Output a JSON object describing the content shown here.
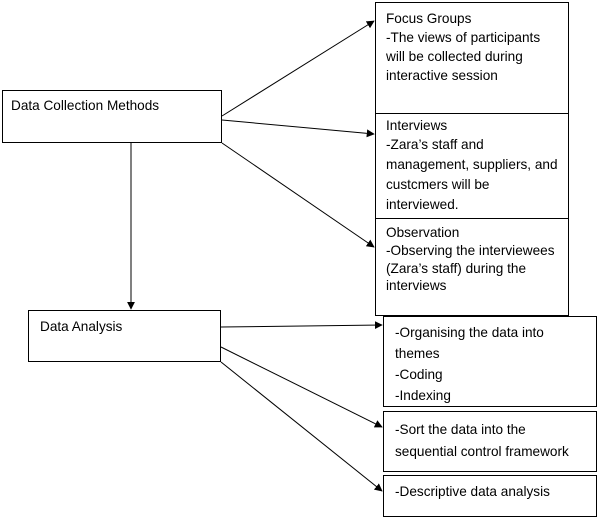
{
  "diagram": {
    "data_collection": {
      "title": "Data Collection Methods",
      "methods": [
        {
          "title": "Focus Groups",
          "detail": "-The views of participants will be collected during interactive session"
        },
        {
          "title": "Interviews",
          "detail": "-Zara’s staff and management, suppliers, and custcmers will be interviewed."
        },
        {
          "title": "Observation",
          "detail": "-Observing the interviewees (Zara’s staff) during the interviews"
        }
      ]
    },
    "data_analysis": {
      "title": "Data Analysis",
      "steps": [
        {
          "lines": [
            "-Organising the data into themes",
            "-Coding",
            "-Indexing"
          ]
        },
        {
          "lines": [
            "-Sort the data into the sequential control framework"
          ]
        },
        {
          "lines": [
            "-Descriptive data analysis"
          ]
        }
      ]
    },
    "colors": {
      "line": "#000000",
      "box_border": "#000000",
      "background": "#ffffff"
    }
  }
}
